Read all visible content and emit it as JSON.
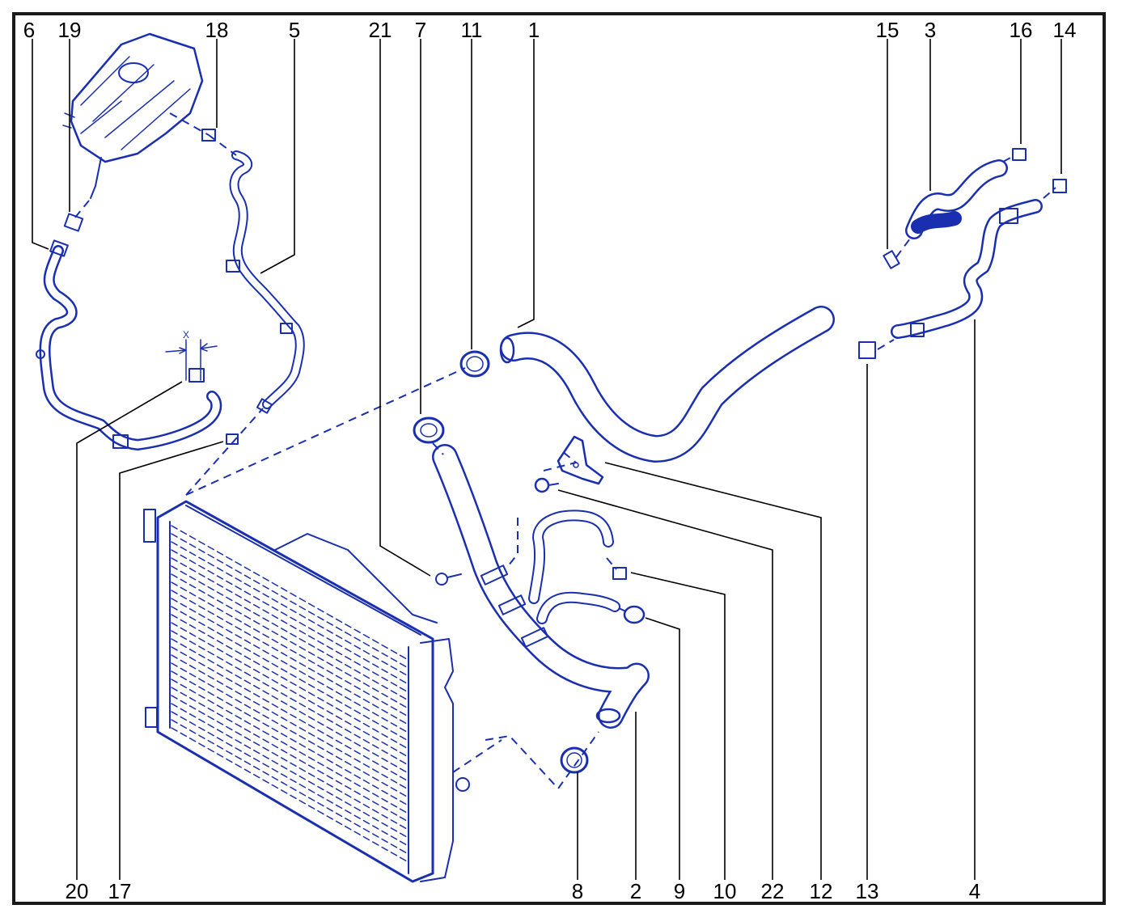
{
  "colors": {
    "line_art": "#1a2fb0",
    "fill": "#ffffff",
    "labels": "#000000",
    "border": "#1a1a1a"
  },
  "callouts": {
    "top": [
      "6",
      "19",
      "18",
      "5",
      "21",
      "7",
      "11",
      "1",
      "15",
      "3",
      "16",
      "14"
    ],
    "bottom": [
      "20",
      "17",
      "8",
      "2",
      "9",
      "10",
      "22",
      "12",
      "13",
      "4"
    ]
  },
  "dimension_label": "X"
}
